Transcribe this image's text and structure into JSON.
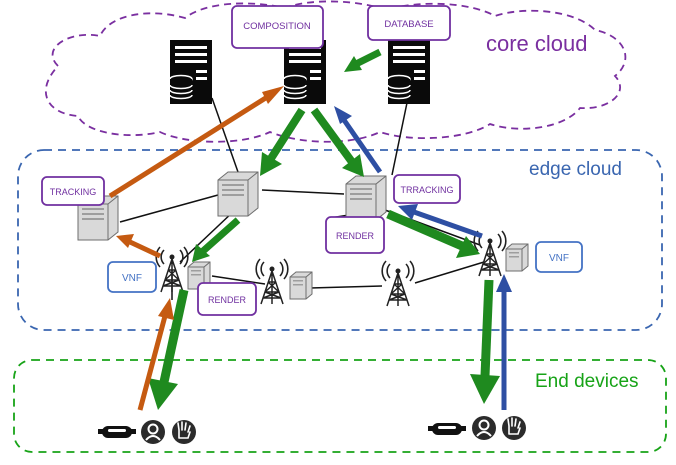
{
  "zones": {
    "core": "core cloud",
    "edge": "edge cloud",
    "end": "End devices"
  },
  "boxes": {
    "composition": "COMPOSITION",
    "database": "DATABASE",
    "tracking_left": "TRACKING",
    "tracking_right": "TRRACKING",
    "render_center": "RENDER",
    "render_left": "RENDER",
    "vnf_left": "VNF",
    "vnf_right": "VNF"
  },
  "colors": {
    "core": "#7a2fa0",
    "edge": "#3a66b0",
    "end": "#17a317",
    "green_flow": "#1f8a1f",
    "orange_flow": "#c55a11",
    "blue_flow": "#2e4fa3",
    "purple_box": "#7030a0",
    "blue_box": "#4472c4"
  },
  "icons": {
    "server": "server-tower-icon",
    "edge_server": "edge-server-icon",
    "antenna": "radio-antenna-icon",
    "headset": "vr-headset-icon",
    "user": "user-badge-icon",
    "hand": "hand-gesture-icon"
  }
}
